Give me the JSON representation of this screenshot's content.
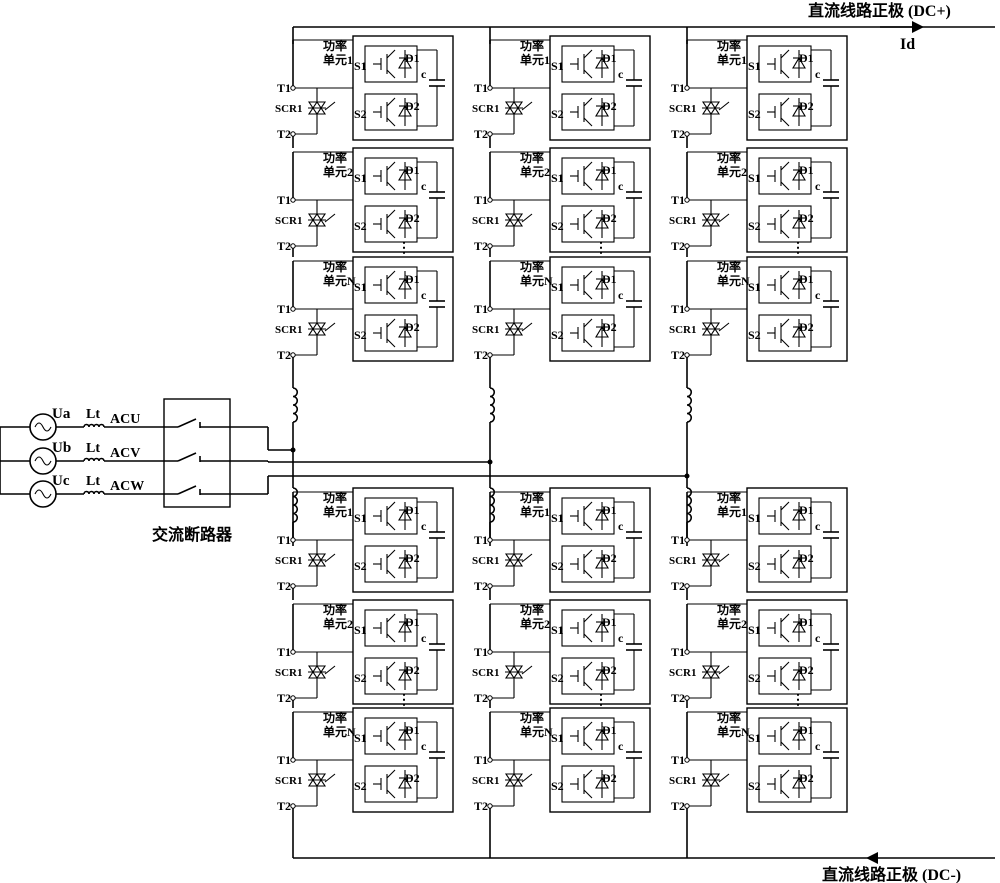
{
  "dc_positive_label": "直流线路正极 (DC+)",
  "dc_negative_label": "直流线路正极 (DC-)",
  "current_label": "Id",
  "breaker_label": "交流断路器",
  "sources": [
    {
      "name": "Ua",
      "inductor": "Lt",
      "line": "ACU"
    },
    {
      "name": "Ub",
      "inductor": "Lt",
      "line": "ACV"
    },
    {
      "name": "Uc",
      "inductor": "Lt",
      "line": "ACW"
    }
  ],
  "module_labels": [
    "功率\n单元1",
    "功率\n单元2",
    "功率\n单元N"
  ],
  "terminal_top": "T1",
  "terminal_bottom": "T2",
  "thyristor_label": "SCR1",
  "switch_top": "S1",
  "switch_bottom": "S2",
  "diode_top": "D1",
  "diode_bottom": "D2",
  "capacitor_label": "c",
  "ellipsis": "⋮"
}
